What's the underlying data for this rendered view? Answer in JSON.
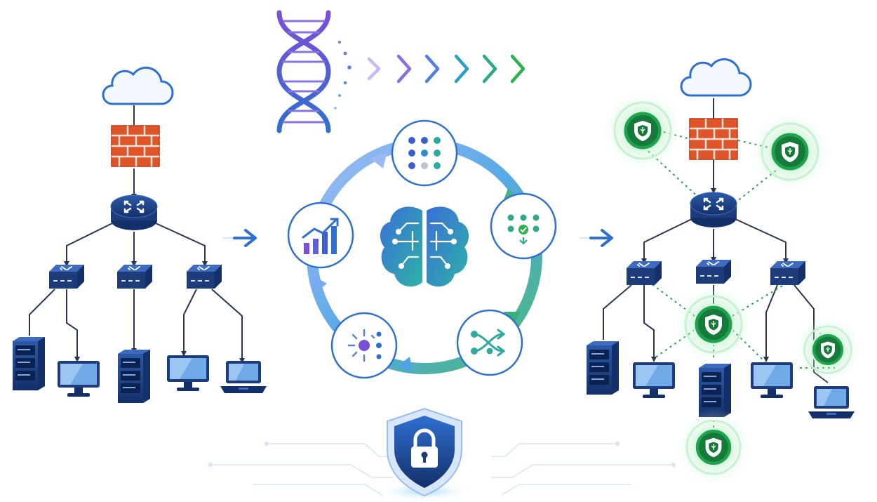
{
  "diagram": {
    "sections": {
      "before": "original-network",
      "engine": "ai-learning-cycle",
      "after": "protected-network"
    },
    "nodes_before": [
      "cloud-icon",
      "firewall-icon",
      "core-router-icon",
      "switch-icon",
      "switch-icon",
      "switch-icon",
      "server-icon",
      "monitor-icon",
      "server-icon",
      "monitor-icon",
      "laptop-icon"
    ],
    "cycle_steps": [
      "dot-grid-icon",
      "pattern-check-icon",
      "shuffle-icon",
      "hub-icon",
      "growth-chart-icon"
    ],
    "center": "ai-brain-icon",
    "top": "dna-helix-icon",
    "bottom": "security-lock-shield-icon",
    "guard_nodes": 5,
    "colors": {
      "navy": "#1e3c7a",
      "blue": "#2f6fd0",
      "light_blue": "#8fb8ee",
      "teal": "#2eaaa0",
      "green": "#2bb24c",
      "purple": "#7a4fd8",
      "brick": "#e0542a",
      "line": "#2a3550",
      "guard_dark": "#157a3a",
      "guard_glow": "#b9efc8"
    }
  }
}
